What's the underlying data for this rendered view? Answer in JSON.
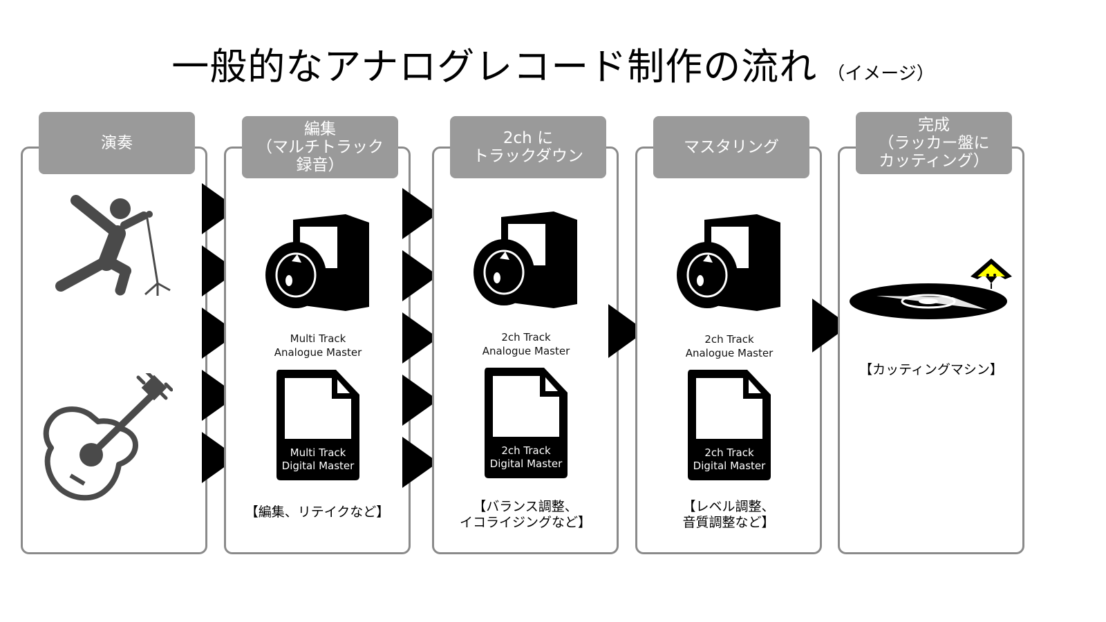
{
  "title": {
    "main": "一般的なアナログレコード制作の流れ",
    "sub": "（イメージ）"
  },
  "stages": [
    {
      "heading": "演奏"
    },
    {
      "heading": "編集\n（マルチトラック\n録音）",
      "master_label": "Multi Track\nAnalogue Master",
      "digital_label": "Multi Track\nDigital Master",
      "note": "【編集、リテイクなど】"
    },
    {
      "heading": "2ch に\nトラックダウン",
      "master_label": "2ch Track\nAnalogue Master",
      "digital_label": "2ch Track\nDigital Master",
      "note": "【バランス調整、\nイコライジングなど】"
    },
    {
      "heading": "マスタリング",
      "master_label": "2ch Track\nAnalogue Master",
      "digital_label": "2ch Track\nDigital Master",
      "note": "【レベル調整、\n音質調整など】"
    },
    {
      "heading": "完成\n（ラッカー盤に\nカッティング）",
      "note": "【カッティングマシン】"
    }
  ],
  "icons": {
    "singer": "singer-icon",
    "guitar": "guitar-icon",
    "tape_machine": "tape-machine-icon",
    "digital_file": "document-icon",
    "cutting_machine": "record-cutting-icon",
    "flow_arrow": "triangle-right-icon"
  },
  "colors": {
    "stage_border": "#8a8a8a",
    "heading_bg": "#9a9a9a",
    "heading_text": "#ffffff",
    "icon": "#000000",
    "performer_icon": "#4a4a4a",
    "stylus": "#ffff00"
  }
}
